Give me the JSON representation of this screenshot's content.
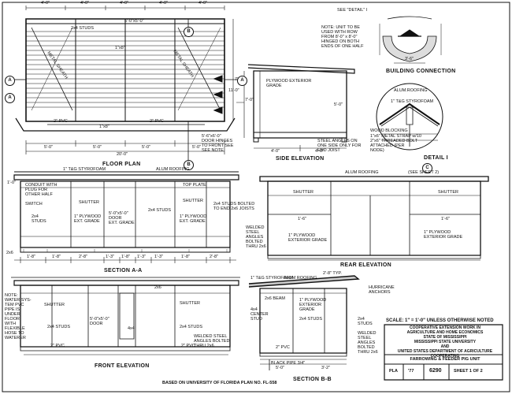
{
  "views": {
    "floor_plan": {
      "title": "FLOOR PLAN",
      "dims_top": [
        "4'-0\"",
        "4'-0\"",
        "4'-0\"",
        "4'-0\"",
        "4'-0\""
      ],
      "dims_bottom": [
        "5'-0\"",
        "5'-0\"",
        "5'-0\"",
        "5'-0\""
      ],
      "overall": "20'-0\"",
      "labels": {
        "studs": "2x4 STUDS",
        "roof_dim": "5'-0\"x5'-0\"",
        "slat": "1\"x8\"",
        "metal_sheath_l": "METAL SHEATH",
        "metal_sheath_r": "METAL SHEATH",
        "pvc_l": "2\" PVC",
        "pvc_r": "2\" PVC",
        "floor_dim": "1\"x8\"",
        "door_hinges": "5'-6\"x6'-0\"\nDOOR HINGES\nTO FRONT SEE\nSEE NOTE",
        "right_dim": "7'-0\"",
        "right_dim2": "11'-0\""
      }
    },
    "side_elevation": {
      "title": "SIDE ELEVATION",
      "labels": {
        "plywood": "PLYWOOD EXTERIOR\nGRADE",
        "h1": "7'-0\"",
        "h2": "5'-0\"",
        "steel": "STEEL ANGLES ON\nONE SIDE ONLY FOR\nEND JOIST",
        "d1": "4'-0\"",
        "d2": "4'-0\""
      }
    },
    "note": "NOTE: UNIT TO BE\nUSED WITH ROW\nFROM 8'-0\" x 8'-0\"\nHINGED ON BOTH\nENDS OF ONE HALF",
    "see_detail": "SEE \"DETAIL\" I",
    "building_connection": {
      "title": "BUILDING CONNECTION",
      "dim": "3'-6\""
    },
    "detail_1": {
      "title": "DETAIL  I",
      "alum": "ALUM.ROOFING",
      "styro": "1\" T&G STYROFOAM",
      "wood": "WOOD BLOCKING",
      "strap": "1\"x6\" METAL STRAP w/10\n2\"x6\" THREADED BOLT\nATTACHED (PER\nNODE)"
    },
    "section_aa": {
      "title": "SECTION A-A",
      "styro": "1\" T&G STYROFOAM",
      "alum": "ALUM ROOFING",
      "labels": {
        "conduit": "CONDUIT WITH\nPLUG FOR\nOTHER HALF",
        "switch": "SWITCH",
        "studs_l": "2x4\nSTUDS",
        "shutter": "SHUTTER",
        "ply1": "1\" PLYWOOD\nEXT. GRADE",
        "door": "5'-0\"x5'-0\"\nDOOR\nEXT. GRADE",
        "studs_c": "2x4 STUDS",
        "top_plate": "TOP PLATE",
        "shutter_r": "SHUTTER",
        "ply2": "1\" PLYWOOD\nEXT. GRADE",
        "bolted": "2x4 STUDS BOLTED\nTO END 2x6 JOISTS",
        "top_dim": "1'-0\"",
        "rafter": "2x6"
      },
      "dims": [
        "1'-8\"",
        "1'-8\"",
        "2'-8\"",
        "1'-3\"",
        "1'-8\"",
        "1'-3\"",
        "1'-3\"",
        "1'-8\"",
        "2'-8\""
      ]
    },
    "rear_elevation": {
      "title": "REAR ELEVATION",
      "alum": "ALUM ROOFING",
      "see_sheet": "(SEE SHEET 2)",
      "labels": {
        "shutter_l": "SHUTTER",
        "shutter_r": "SHUTTER",
        "ply_l": "1\" PLYWOOD\nEXTERIOR GRADE",
        "ply_r": "1\" PLYWOOD\nEXTERIOR GRADE",
        "welded": "WELDED\nSTEEL\nANGLES\nBOLTED\nTHRU 2x6",
        "d1": "1'-6\"",
        "d2": "1'-6\""
      }
    },
    "front_elevation": {
      "title": "FRONT ELEVATION",
      "note": "NOTE:\nWATER SYS-\nTEM PVC\nPIPE IS\nUNDER\nFLOOR\nWITH\nFLEXIBLE\nHOSE TO\nWATERER",
      "labels": {
        "shutter_l": "SHUTTER",
        "shutter_r": "SHUTTER",
        "studs_l": "2x4 STUDS",
        "studs_r": "2x4 STUDS",
        "door": "5'-0\"x5'-0\"\nDOOR",
        "post": "4x4",
        "pvc_l": "2\" PVC",
        "pvc_r": "2\" PVC",
        "welded": "WELDED STEEL\nANGLES BOLTED\nTHRU 2x6",
        "top": "2x6"
      }
    },
    "section_bb": {
      "title": "SECTION B-B",
      "labels": {
        "styro": "1\" T&G STYROFOAM",
        "alum": "ALUM ROOFING",
        "top_dim": "2'-8\" TYP.",
        "hurricane": "HURRICANE\nANCHORS",
        "beam": "2x6 BEAM",
        "ply": "1\" PLYWOOD\nEXTERIOR\nGRADE",
        "studs": "2x4 STUDS",
        "center": "4x4\nCENTER\nSTUD",
        "studs_r": "2x4\nSTUDS",
        "welded": "WELDED\nSTEEL\nANGLES\nBOLTED\nTHRU 2x6",
        "pvc": "2\" PVC",
        "black_pipe": "BLACK PIPE 3/4\"",
        "d1": "5'-0\"",
        "d2": "3'-2\""
      }
    },
    "scale_note": "SCALE: 1\" = 1'-0\" UNLESS OTHERWISE NOTED"
  },
  "title_block": {
    "org": "COOPERATIVE EXTENSION WORK IN\nAGRICULTURE AND HOME ECONOMICS\nSTATE OF MISSISSIPPI\nMISSISSIPPI STATE UNIVERSITY\nAND\nUNITED STATES DEPARTMENT OF AGRICULTURE COOPERATING",
    "unit": "FARROWING & FEEDER PIG UNIT",
    "pla": "PLA",
    "year": "'77",
    "number": "6290",
    "sheet": "SHEET 1 OF 2"
  },
  "footer": "BASED ON UNIVERSITY OF FLORIDA PLAN NO. FL-558",
  "markers": {
    "a": "A",
    "b": "B",
    "c": "C"
  }
}
